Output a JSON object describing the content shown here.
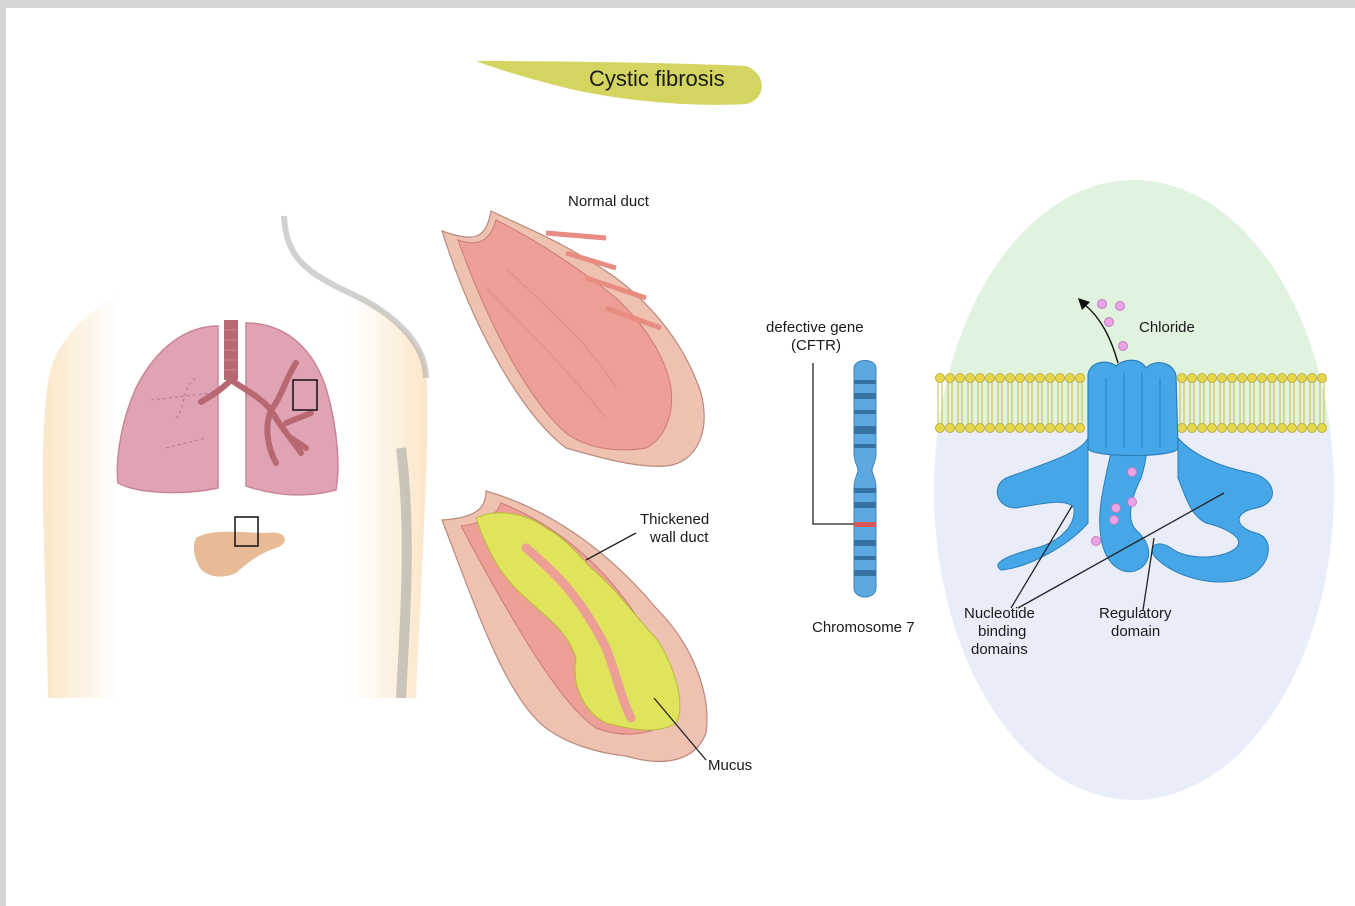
{
  "title": "Cystic fibrosis",
  "labels": {
    "normal_duct": "Normal duct",
    "thickened_line1": "Thickened",
    "thickened_line2": "wall duct",
    "mucus": "Mucus",
    "defective_line1": "defective gene",
    "defective_line2": "(CFTR)",
    "chromosome": "Chromosome 7",
    "chloride": "Chloride",
    "nucleotide_line1": "Nucleotide",
    "nucleotide_line2": "binding",
    "nucleotide_line3": "domains",
    "regulatory_line1": "Regulatory",
    "regulatory_line2": "domain"
  },
  "colors": {
    "title_banner": "#d4d560",
    "lung": "#e0a3b4",
    "bronchi": "#b86870",
    "pancreas": "#e6bb95",
    "duct_outer": "#efc1b1",
    "duct_inner": "#ee9f95",
    "mucus": "#dfe45c",
    "chromosome": "#5ba9e0",
    "chromosome_band": "#d95757",
    "cftr_protein": "#46a7e8",
    "membrane_head": "#e7d84b",
    "extracellular": "#dff3df",
    "intracellular": "#e9edf9",
    "chloride_ion": "#e9a3e6"
  }
}
